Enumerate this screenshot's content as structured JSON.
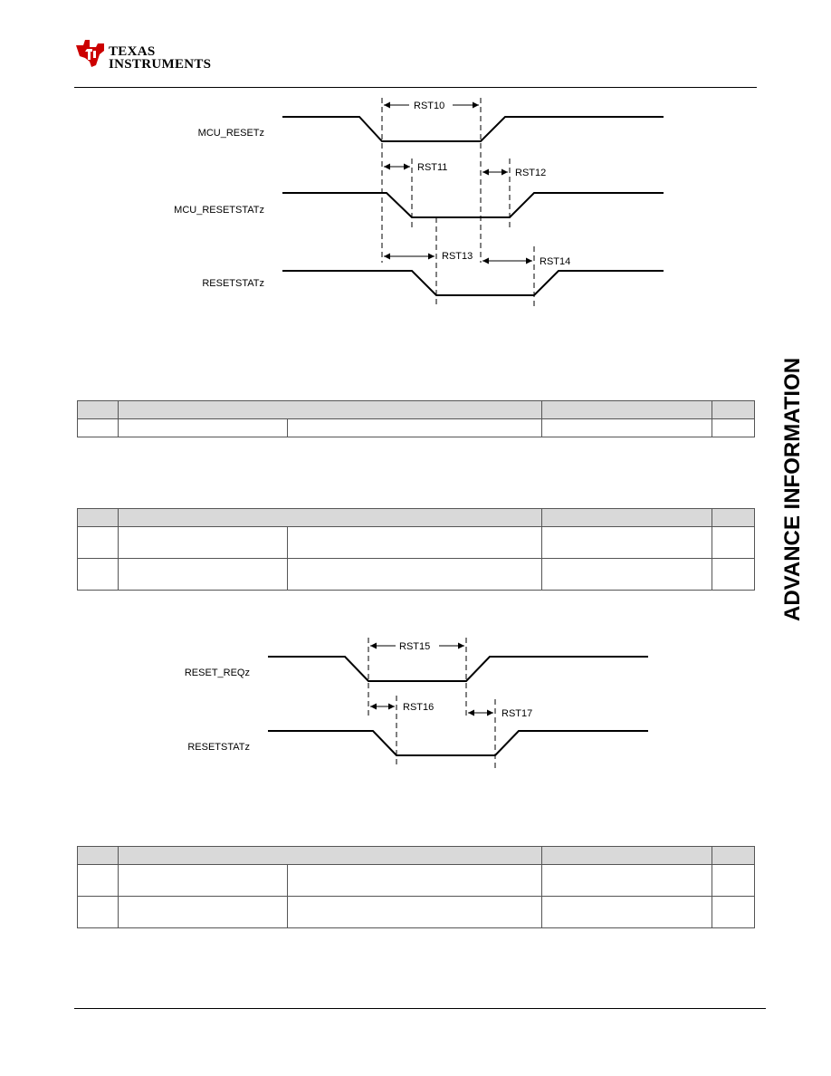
{
  "header": {
    "logo_line1": "TEXAS",
    "logo_line2": "INSTRUMENTS"
  },
  "side_banner": {
    "text": "ADVANCE INFORMATION"
  },
  "diagram1": {
    "signals": [
      "MCU_RESETz",
      "MCU_RESETSTATz",
      "RESETSTATz"
    ],
    "params": [
      "RST10",
      "RST11",
      "RST12",
      "RST13",
      "RST14"
    ]
  },
  "diagram2": {
    "signals": [
      "RESET_REQz",
      "RESETSTATz"
    ],
    "params": [
      "RST15",
      "RST16",
      "RST17"
    ]
  },
  "colors": {
    "table_header_fill": "#d9d9d9",
    "logo_red": "#cc0000"
  }
}
